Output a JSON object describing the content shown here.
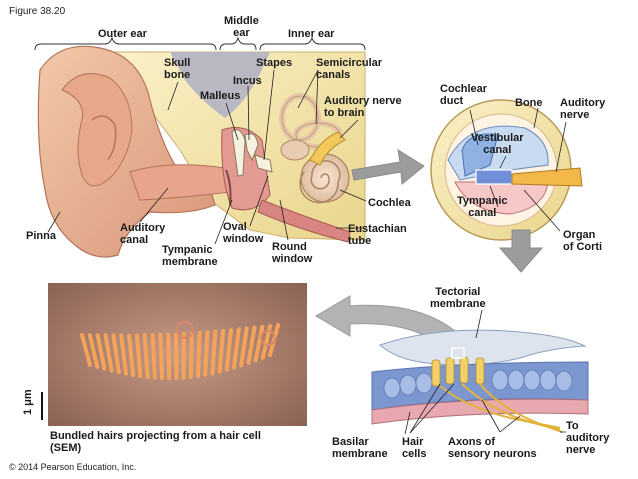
{
  "figure_number": "Figure 38.20",
  "copyright": "© 2014 Pearson Education, Inc.",
  "regions": {
    "outer_ear": "Outer ear",
    "middle_ear": "Middle\near",
    "inner_ear": "Inner ear"
  },
  "labels": {
    "skull_bone": "Skull\nbone",
    "incus": "Incus",
    "malleus": "Malleus",
    "stapes": "Stapes",
    "semicircular_canals": "Semicircular\ncanals",
    "auditory_nerve_brain": "Auditory nerve\nto brain",
    "cochlea": "Cochlea",
    "eustachian_tube": "Eustachian\ntube",
    "round_window": "Round\nwindow",
    "oval_window": "Oval\nwindow",
    "tympanic_membrane": "Tympanic\nmembrane",
    "auditory_canal": "Auditory\ncanal",
    "pinna": "Pinna",
    "cochlear_duct": "Cochlear\nduct",
    "bone": "Bone",
    "auditory_nerve": "Auditory\nnerve",
    "vestibular_canal": "Vestibular\ncanal",
    "tympanic_canal": "Tympanic\ncanal",
    "organ_of_corti": "Organ\nof Corti",
    "tectorial_membrane": "Tectorial\nmembrane",
    "basilar_membrane": "Basilar\nmembrane",
    "hair_cells": "Hair\ncells",
    "axons": "Axons of\nsensory neurons",
    "to_auditory_nerve": "To\nauditory\nnerve",
    "sem_caption": "Bundled hairs projecting from a hair cell\n(SEM)",
    "scale_bar": "1 μm"
  }
}
